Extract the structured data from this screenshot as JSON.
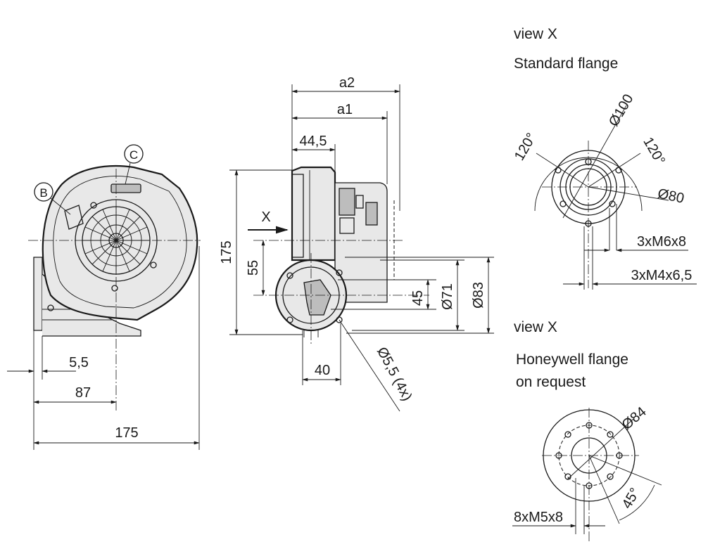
{
  "views": {
    "standard": {
      "heading": "view X",
      "subheading": "Standard flange",
      "dimensions": [
        "Ø100",
        "120°",
        "120°",
        "Ø80",
        "3xM6x8",
        "3xM4x6,5"
      ]
    },
    "honeywell": {
      "heading": "view X",
      "subheading_line1": "Honeywell flange",
      "subheading_line2": "on request",
      "dimensions": [
        "Ø84",
        "45°",
        "8xM5x8"
      ]
    }
  },
  "front_view": {
    "callouts": [
      "B",
      "C"
    ],
    "dimensions": [
      "5,5",
      "87",
      "175"
    ]
  },
  "side_view": {
    "view_arrow": "X",
    "dimensions": [
      "a2",
      "a1",
      "44,5",
      "175",
      "55",
      "45",
      "Ø71",
      "Ø83",
      "40",
      "Ø5,5 (4x)"
    ]
  }
}
